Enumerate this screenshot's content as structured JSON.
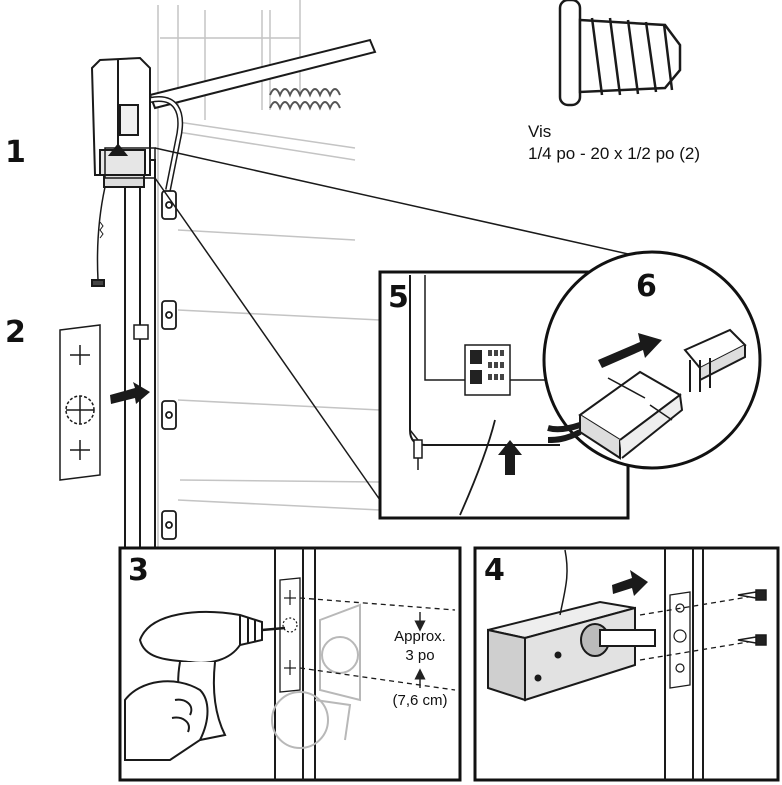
{
  "steps": {
    "s1": "1",
    "s2": "2",
    "s3": "3",
    "s4": "4",
    "s5": "5",
    "s6": "6"
  },
  "screw": {
    "name": "Vis",
    "size": "1/4 po - 20 x 1/2 po (2)"
  },
  "measure": {
    "approx": "Approx.",
    "distance": "3 po",
    "metric": "(7,6 cm)"
  },
  "colors": {
    "line": "#1a1a1a",
    "faint": "#b8b8b8",
    "panel_border": "#111111",
    "shade": "#d9d9d9"
  }
}
